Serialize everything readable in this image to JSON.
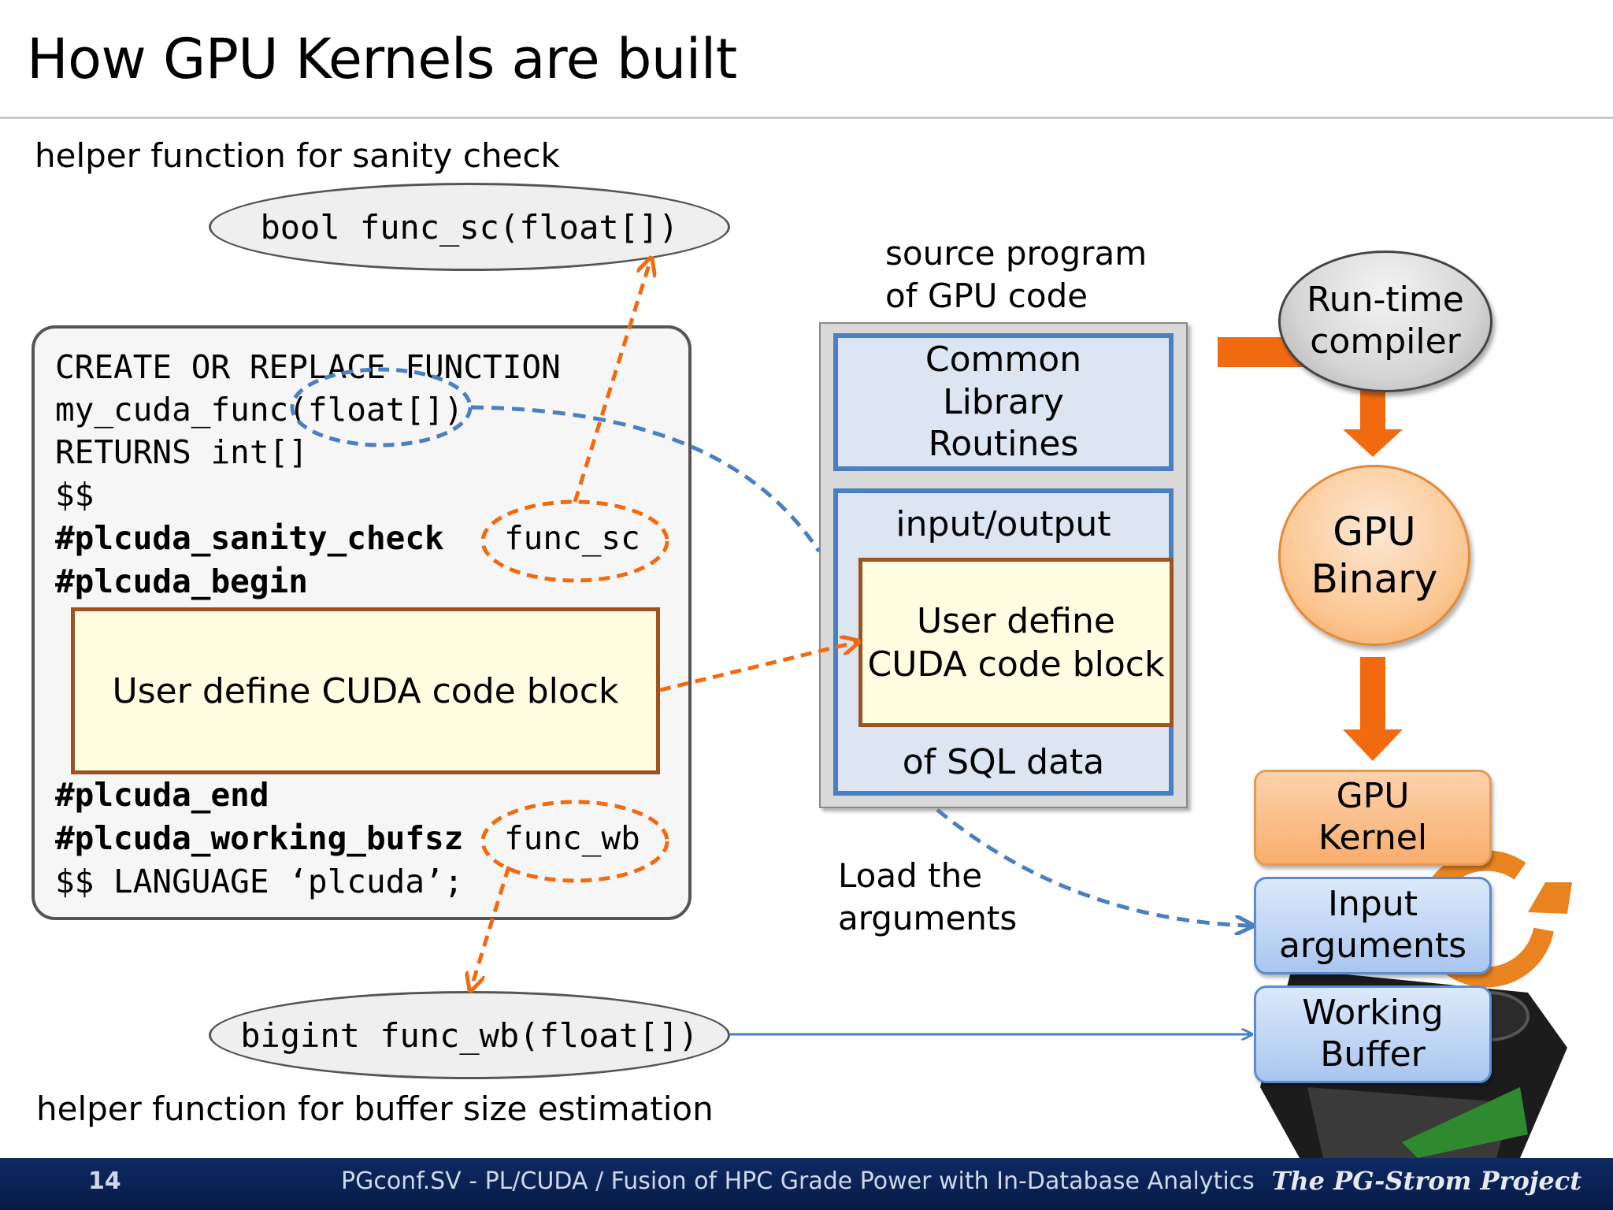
{
  "slide": {
    "title": "How GPU Kernels are built",
    "page_number": "14",
    "footer_text": "PGconf.SV - PL/CUDA / Fusion of HPC Grade Power with In-Database Analytics",
    "footer_brand": "The PG-Strom Project"
  },
  "left": {
    "top_caption": "helper function for sanity check",
    "top_ellipse": "bool func_sc(float[])",
    "bottom_caption": "helper function for buffer size estimation",
    "bottom_ellipse": "bigint func_wb(float[])",
    "code_lines": [
      "CREATE OR REPLACE FUNCTION",
      "my_cuda_func(float[])",
      "RETURNS int[]",
      "$$",
      "#plcuda_sanity_check",
      "#plcuda_begin",
      "#plcuda_end",
      "#plcuda_working_bufsz",
      "$$ LANGUAGE ‘plcuda’;"
    ],
    "func_sc_tag": "func_sc",
    "func_wb_tag": "func_wb",
    "user_block": "User define CUDA code block"
  },
  "middle": {
    "source_caption_1": "source program",
    "source_caption_2": "of GPU code",
    "common_lib": "Common Library Routines",
    "io_top": "input/output",
    "io_bottom": "of SQL data",
    "user_block_1": "User define",
    "user_block_2": "CUDA code block",
    "load_args_1": "Load the",
    "load_args_2": "arguments"
  },
  "right": {
    "runtime_1": "Run-time",
    "runtime_2": "compiler",
    "gpu_binary_1": "GPU",
    "gpu_binary_2": "Binary",
    "gpu_kernel_1": "GPU",
    "gpu_kernel_2": "Kernel",
    "input_args_1": "Input",
    "input_args_2": "arguments",
    "working_buf_1": "Working",
    "working_buf_2": "Buffer"
  },
  "colors": {
    "orange_arrow": "#f26a10",
    "blue_dashed": "#4a7fc1",
    "footer_bg": "#0e2a63"
  }
}
